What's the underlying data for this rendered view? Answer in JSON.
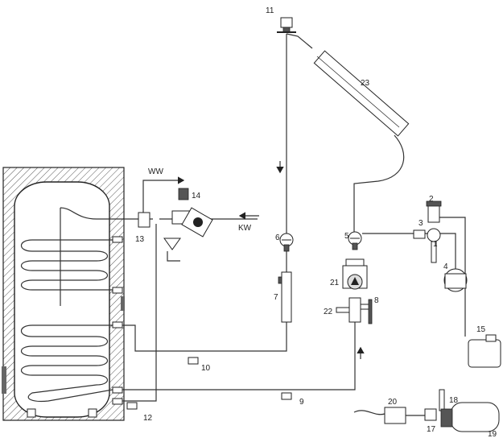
{
  "flow_labels": {
    "hot_water": "WW",
    "cold_water": "KW"
  },
  "component_numbers": {
    "n1": "1",
    "n2": "2",
    "n3": "3",
    "n4": "4",
    "n5": "5",
    "n6": "6",
    "n7": "7",
    "n8": "8",
    "n9": "9",
    "n10": "10",
    "n11": "11",
    "n12": "12",
    "n13": "13",
    "n14": "14",
    "n15": "15",
    "n17": "17",
    "n18": "18",
    "n19": "19",
    "n20": "20",
    "n21": "21",
    "n22": "22",
    "n23": "23"
  },
  "colors": {
    "line": "#333333",
    "hatch": "#555555",
    "fill": "#ffffff"
  }
}
